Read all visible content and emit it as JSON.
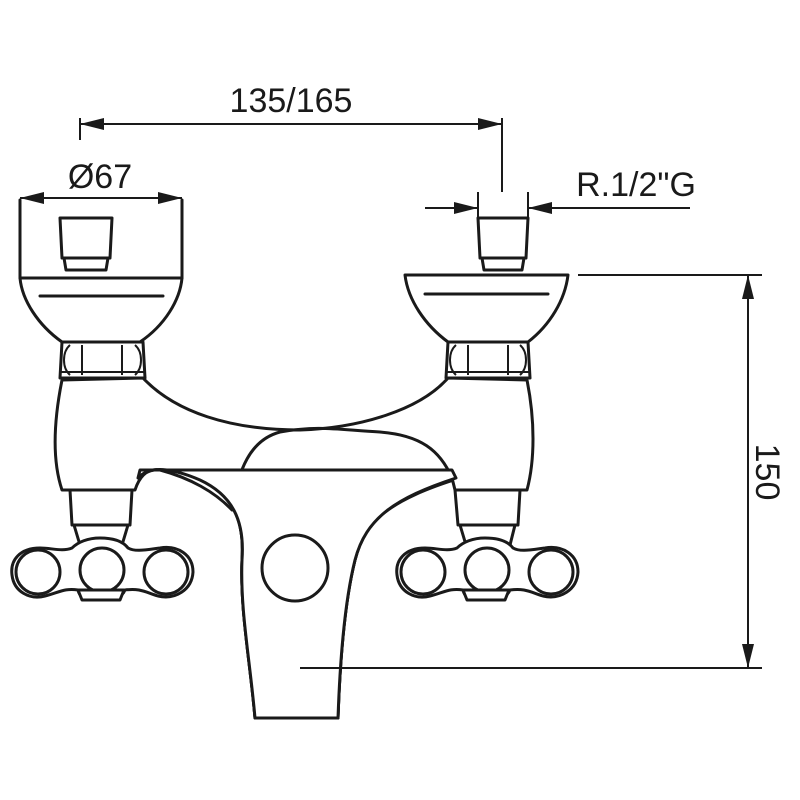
{
  "dimensions": {
    "spacing": "135/165",
    "handle_diameter": "Ø67",
    "connection_thread": "R.1/2\"G",
    "height": "150"
  },
  "colors": {
    "stroke": "#1a1a1a",
    "background": "#ffffff"
  }
}
